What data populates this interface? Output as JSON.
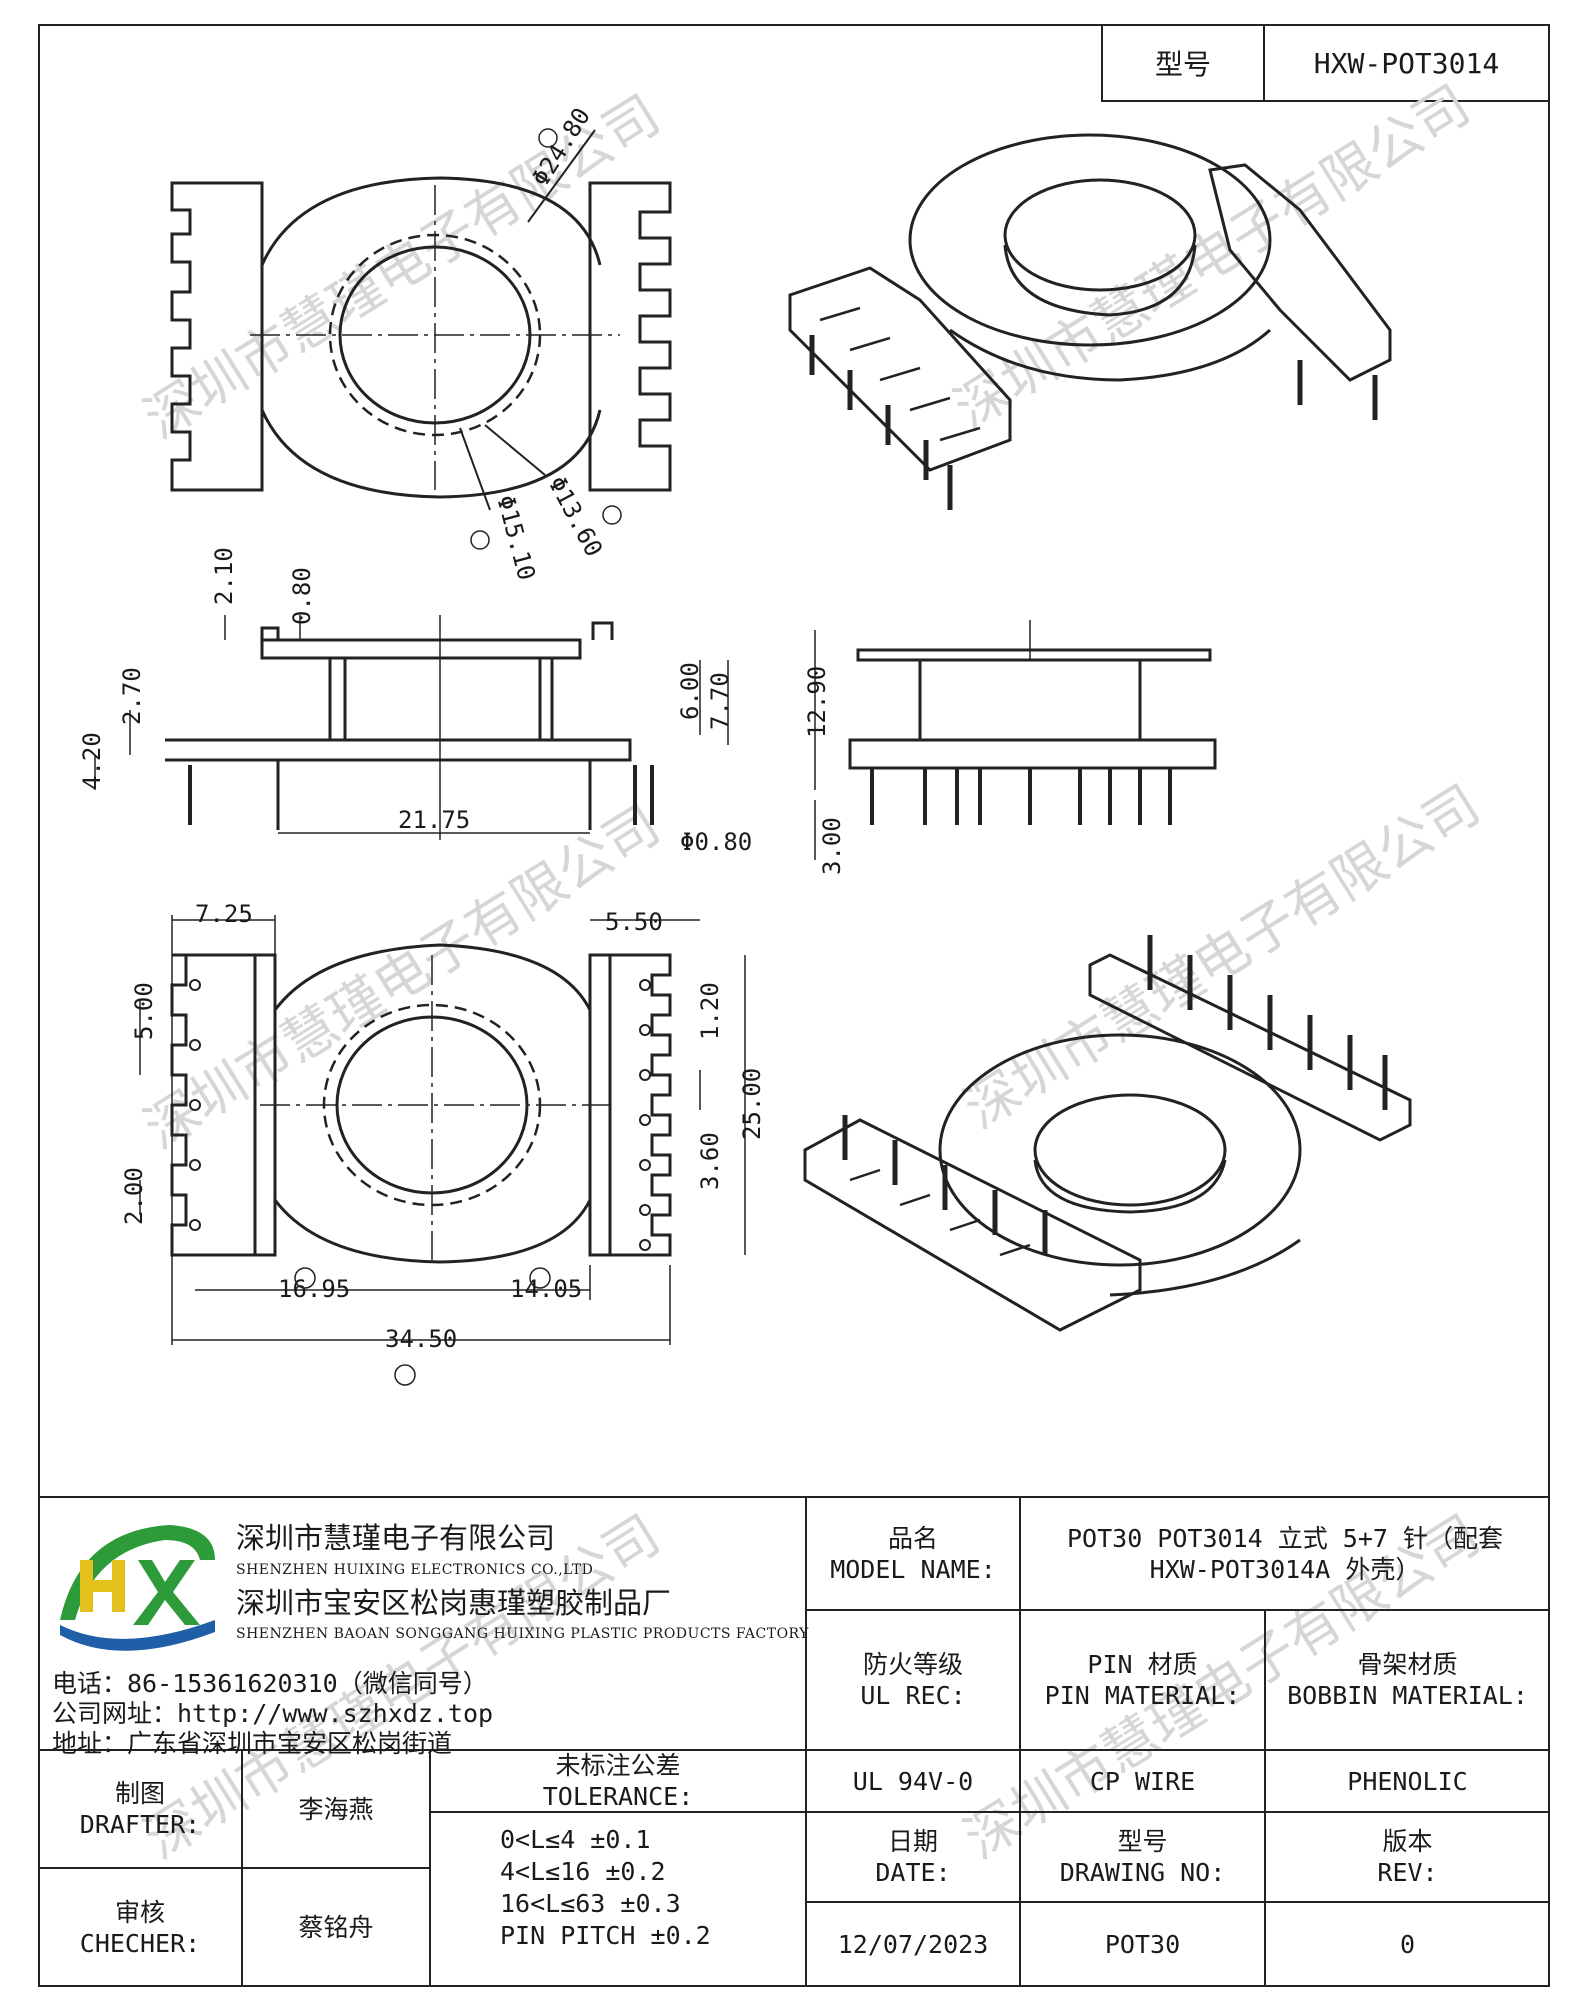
{
  "header": {
    "model_label": "型号",
    "model_value": "HXW-POT3014"
  },
  "watermark": "深圳市慧瑾电子有限公司",
  "dimensions": {
    "top_view": {
      "d1": "Φ24.80",
      "d2": "Φ13.60",
      "d3": "Φ15.10"
    },
    "side_view": {
      "a": "2.10",
      "b": "0.80",
      "c": "2.70",
      "d": "4.20",
      "e": "6.00",
      "f": "7.70",
      "g": "21.75",
      "h": "Φ0.80"
    },
    "front_view": {
      "a": "12.90",
      "b": "3.00"
    },
    "bottom_view": {
      "a": "7.25",
      "b": "5.50",
      "c": "5.00",
      "d": "1.20",
      "e": "25.00",
      "f": "3.60",
      "g": "2.00",
      "h": "16.95",
      "i": "14.05",
      "j": "34.50"
    }
  },
  "title_block": {
    "company_cn": "深圳市慧瑾电子有限公司",
    "company_en": "SHENZHEN HUIXING ELECTRONICS CO.,LTD",
    "factory_cn": "深圳市宝安区松岗惠瑾塑胶制品厂",
    "factory_en": "SHENZHEN BAOAN SONGGANG HUIXING PLASTIC PRODUCTS FACTORY",
    "phone": "电话：86-15361620310（微信同号）",
    "website": "公司网址：http://www.szhxdz.top",
    "address": "地址：广东省深圳市宝安区松岗街道",
    "model_name_label_cn": "品名",
    "model_name_label_en": "MODEL NAME:",
    "model_name_line1": "POT30 POT3014 立式 5+7 针（配套",
    "model_name_line2": "HXW-POT3014A 外壳）",
    "ul_label_cn": "防火等级",
    "ul_label_en": "UL REC:",
    "pin_label_cn": "PIN 材质",
    "pin_label_en": "PIN MATERIAL:",
    "bobbin_label_cn": "骨架材质",
    "bobbin_label_en": "BOBBIN MATERIAL:",
    "ul_value": "UL 94V-0",
    "pin_value": "CP WIRE",
    "bobbin_value": "PHENOLIC",
    "drafter_label_cn": "制图",
    "drafter_label_en": "DRAFTER:",
    "drafter_name": "李海燕",
    "checker_label_cn": "审核",
    "checker_label_en": "CHECHER:",
    "checker_name": "蔡铭舟",
    "tolerance_label_cn": "未标注公差",
    "tolerance_label_en": "TOLERANCE:",
    "tolerance_lines": [
      "0<L≤4  ±0.1",
      "4<L≤16 ±0.2",
      "16<L≤63 ±0.3",
      "PIN PITCH ±0.2"
    ],
    "date_label_cn": "日期",
    "date_label_en": "DATE:",
    "date_value": "12/07/2023",
    "drawing_no_label_cn": "型号",
    "drawing_no_label_en": "DRAWING NO:",
    "drawing_no_value": "POT30",
    "rev_label_cn": "版本",
    "rev_label_en": "REV:",
    "rev_value": "0"
  },
  "colors": {
    "logo_green": "#2e9b3a",
    "logo_yellow": "#e4c11a",
    "logo_blue": "#1f5fa8"
  }
}
